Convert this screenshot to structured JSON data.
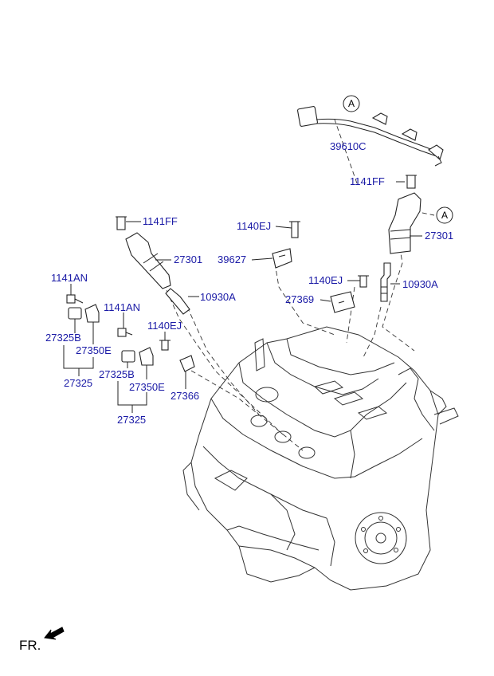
{
  "labels": {
    "harness": "39610C",
    "bolt_1141ff_right": "1141FF",
    "bolt_1141ff_left": "1141FF",
    "bolt_1140ej_top": "1140EJ",
    "coil_right": "27301",
    "coil_left": "27301",
    "bracket_39627": "39627",
    "bolt_1140ej_mid": "1140EJ",
    "plug_right": "10930A",
    "plug_left": "10930A",
    "bracket_27369": "27369",
    "bolt_1141an_a": "1141AN",
    "bolt_1141an_b": "1141AN",
    "bolt_1140ej_left": "1140EJ",
    "cond_27325b_a": "27325B",
    "cond_27350e_a": "27350E",
    "cond_27325_a": "27325",
    "cond_27325b_b": "27325B",
    "cond_27350e_b": "27350E",
    "cond_27325_b": "27325",
    "bracket_27366": "27366"
  },
  "ref_markers": [
    "A",
    "A"
  ],
  "footer": {
    "direction": "FR."
  },
  "colors": {
    "label": "#1a1aa6",
    "line": "#222222"
  }
}
